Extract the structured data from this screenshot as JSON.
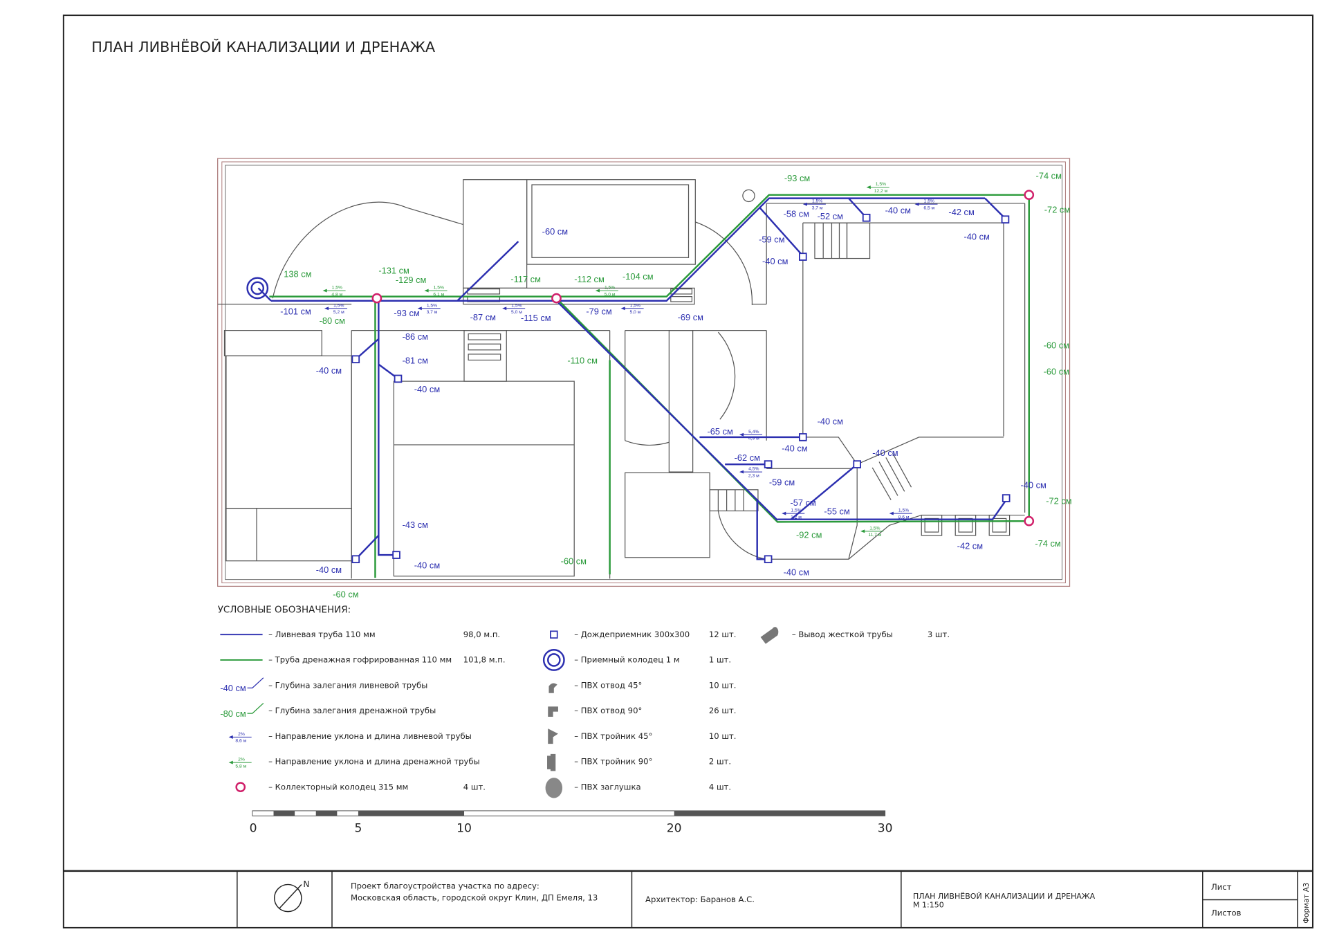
{
  "title": "ПЛАН ЛИВНЁВОЙ КАНАЛИЗАЦИИ И ДРЕНАЖА",
  "colors": {
    "storm_pipe": "#2c2fb0",
    "drain_pipe": "#2a9a3a",
    "collector": "#d0206a"
  },
  "plan": {
    "green_labels": [
      "138 см",
      "-131 см",
      "-129 см",
      "-80 см",
      "-117 см",
      "-112 см",
      "-104 см",
      "-93 см",
      "-74 см",
      "-72 см",
      "-60 см",
      "-60 см",
      "-72 см",
      "-74 см",
      "-92 см",
      "-110 см",
      "-60 см",
      "-60 см"
    ],
    "blue_labels": [
      "-101 см",
      "-93 см",
      "-87 см",
      "-115 см",
      "-79 см",
      "-69 см",
      "-60 см",
      "-58 см",
      "-59 см",
      "-40 см",
      "-52 см",
      "-40 см",
      "-42 см",
      "-40 см",
      "-86 см",
      "-81 см",
      "-40 см",
      "-40 см",
      "-43 см",
      "-40 см",
      "-40 см",
      "-40 см",
      "-65 см",
      "-40 см",
      "-62 см",
      "-40 см",
      "-59 см",
      "-57 см",
      "-55 см",
      "-40 см",
      "-42 см",
      "-40 см"
    ],
    "slopes": [
      {
        "pct": "1,5%",
        "len": "4,8 м",
        "type": "drain"
      },
      {
        "pct": "1,5%",
        "len": "5,2 м",
        "type": "storm"
      },
      {
        "pct": "1,5%",
        "len": "6,1 м",
        "type": "drain"
      },
      {
        "pct": "1,5%",
        "len": "3,7 м",
        "type": "storm"
      },
      {
        "pct": "1,5%",
        "len": "5,0 м",
        "type": "storm"
      },
      {
        "pct": "1,5%",
        "len": "5,0 м",
        "type": "drain"
      },
      {
        "pct": "1,5%",
        "len": "5,0 м",
        "type": "storm"
      },
      {
        "pct": "1,5%",
        "len": "12,2 м",
        "type": "drain"
      },
      {
        "pct": "1,5%",
        "len": "3,7 м",
        "type": "storm"
      },
      {
        "pct": "1,5%",
        "len": "6,5 м",
        "type": "storm"
      },
      {
        "pct": "1,5%",
        "len": "11,7 м",
        "type": "drain"
      },
      {
        "pct": "1,5%",
        "len": "8,6 м",
        "type": "storm"
      },
      {
        "pct": "1,5%",
        "len": "1,2 м",
        "type": "storm"
      },
      {
        "pct": "4,5%",
        "len": "2,3 м",
        "type": "storm"
      },
      {
        "pct": "5,4%",
        "len": "4,9 м",
        "type": "storm"
      }
    ]
  },
  "legend": {
    "heading": "УСЛОВНЫЕ ОБОЗНАЧЕНИЯ:",
    "col1": [
      {
        "text": "– Ливневая труба 110 мм",
        "qty": "98,0 м.п."
      },
      {
        "text": "– Труба дренажная гофрированная 110 мм",
        "qty": "101,8 м.п."
      },
      {
        "text": "– Глубина залегания ливневой трубы",
        "qty": "",
        "sample": "-40 см"
      },
      {
        "text": "– Глубина залегания дренажной трубы",
        "qty": "",
        "sample": "-80 см"
      },
      {
        "text": "– Направление уклона и длина ливневой трубы",
        "qty": "",
        "pct": "2%",
        "len": "8,6 м"
      },
      {
        "text": "– Направление уклона и длина дренажной трубы",
        "qty": "",
        "pct": "2%",
        "len": "5,8 м"
      },
      {
        "text": "– Коллекторный колодец 315 мм",
        "qty": "4 шт."
      }
    ],
    "col2": [
      {
        "text": "– Дождеприемник 300х300",
        "qty": "12 шт."
      },
      {
        "text": "– Приемный колодец 1 м",
        "qty": "1 шт."
      },
      {
        "text": "– ПВХ отвод 45°",
        "qty": "10 шт."
      },
      {
        "text": "– ПВХ отвод 90°",
        "qty": "26 шт."
      },
      {
        "text": "– ПВХ тройник 45°",
        "qty": "10 шт."
      },
      {
        "text": "– ПВХ тройник 90°",
        "qty": "2 шт."
      },
      {
        "text": "– ПВХ заглушка",
        "qty": "4 шт."
      }
    ],
    "col3": [
      {
        "text": "– Вывод жесткой трубы",
        "qty": "3 шт."
      }
    ]
  },
  "scale_bar": {
    "ticks": [
      "0",
      "5",
      "10",
      "20",
      "30"
    ]
  },
  "title_block": {
    "north": "N",
    "project_line1": "Проект благоустройства участка по адресу:",
    "project_line2": "Московская область, городской округ Клин, ДП Емеля, 13",
    "architect": "Архитектор: Баранов А.С.",
    "sheet_title": "ПЛАН ЛИВНЁВОЙ КАНАЛИЗАЦИИ И ДРЕНАЖА",
    "scale": "М 1:150",
    "sheet_label": "Лист",
    "sheets_label": "Листов",
    "format": "Формат А3"
  }
}
